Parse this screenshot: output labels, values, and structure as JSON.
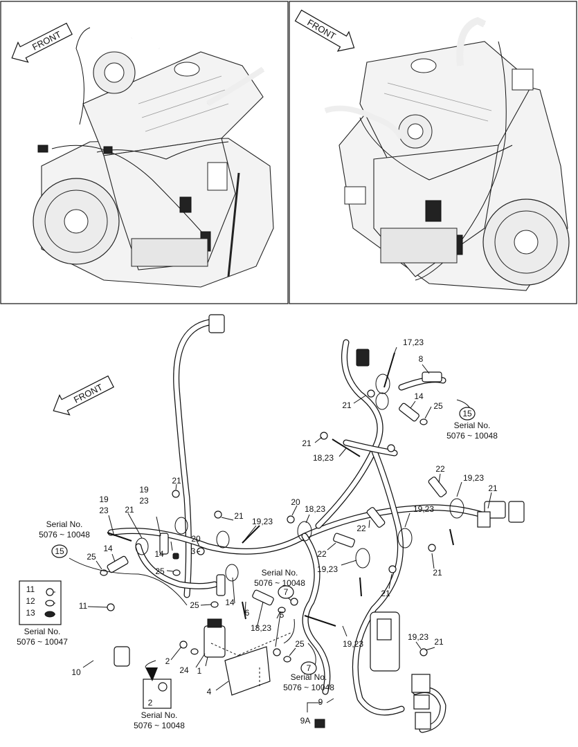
{
  "front_label": "FRONT",
  "serial_label": "Serial No.",
  "serial_ranges": {
    "a": "5076 ~ 10048",
    "b": "5076 ~ 10047"
  },
  "callouts": {
    "c1": "1",
    "c2": "2",
    "c3": "3",
    "c4": "4",
    "c5": "5",
    "c6": "6",
    "c7": "7",
    "c8": "8",
    "c9": "9",
    "c9a": "9A",
    "c10": "10",
    "c11": "11",
    "c12": "12",
    "c13": "13",
    "c14": "14",
    "c15": "15",
    "c17_23": "17,23",
    "c18_23": "18,23",
    "c19": "19",
    "c19_23": "19,23",
    "c20": "20",
    "c21": "21",
    "c22": "22",
    "c23": "23",
    "c24": "24",
    "c25": "25"
  }
}
